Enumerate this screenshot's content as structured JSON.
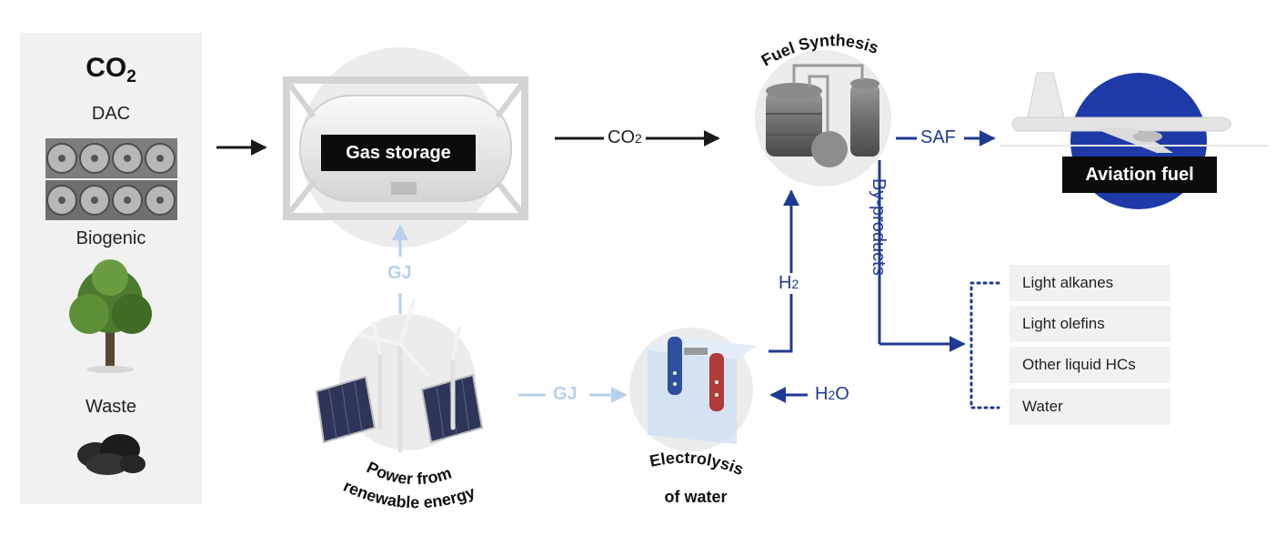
{
  "sources": {
    "title_main": "CO",
    "title_sub": "2",
    "items": [
      "DAC",
      "Biogenic",
      "Waste"
    ]
  },
  "gas_storage": {
    "label": "Gas storage"
  },
  "flows": {
    "co2_main": "CO",
    "co2_sub": "2",
    "saf": "SAF",
    "gj_up": "GJ",
    "gj_right": "GJ",
    "h2_main": "H",
    "h2_sub": "2",
    "h2o_main": "H",
    "h2o_sub": "2",
    "h2o_end": "O",
    "byproducts": "By-products"
  },
  "fuel_synthesis": {
    "label": "Fuel Synthesis"
  },
  "aviation": {
    "label": "Aviation fuel"
  },
  "power": {
    "line1": "Power from",
    "line2": "renewable energy"
  },
  "electrolysis": {
    "line1": "Electrolysis",
    "line2": "of water"
  },
  "byproduct_items": [
    "Light alkanes",
    "Light olefins",
    "Other liquid HCs",
    "Water"
  ],
  "colors": {
    "dark_arrow": "#1a1a1a",
    "blue_arrow": "#1f3a93",
    "light_arrow": "#b8d0ea",
    "aviation_circle": "#1e3aa8",
    "panel_bg": "#f1f1f1"
  }
}
